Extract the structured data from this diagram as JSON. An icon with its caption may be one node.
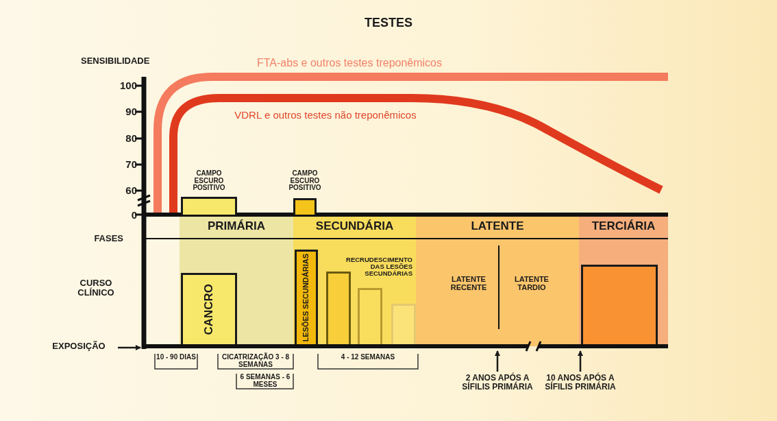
{
  "diagram": {
    "title": "TESTES",
    "nodes": [
      {
        "text": [
          "PRIMÁRIA"
        ]
      },
      {
        "text": [
          "SECUNDÁRIA"
        ]
      },
      {
        "text": [
          "LATENTE"
        ]
      },
      {
        "text": [
          "TERCIÁRIA"
        ]
      },
      {
        "text": [
          "CAMPO ESCURO POSITIVO"
        ]
      },
      {
        "text": [
          "CAMPO ESCURO POSITIVO"
        ]
      },
      {
        "text": [
          "CANCRO"
        ],
        "in": 0
      },
      {
        "text": [
          "LESÕES SECUNDÁRIAS"
        ],
        "in": 1
      },
      {
        "text": [
          "RECRUDESCIMENTO DAS LESÕES SECUNDÁRIAS"
        ],
        "in": 1
      },
      {
        "text": [],
        "shape": "bar",
        "in": 1
      },
      {
        "text": [],
        "shape": "bar",
        "in": 1
      },
      {
        "text": [],
        "shape": "box",
        "in": 3
      },
      {
        "text": [
          "EXPOSIÇÃO"
        ]
      },
      {
        "text": [
          "2 ANOS APÓS A SÍFILIS PRIMÁRIA"
        ]
      },
      {
        "text": [
          "10 ANOS APÓS A SÍFILIS PRIMÁRIA"
        ]
      }
    ],
    "edges": [
      {
        "from": 12,
        "to": null,
        "arrow": "to"
      },
      {
        "from": 13,
        "to": null,
        "arrow": "to"
      },
      {
        "from": 14,
        "to": null,
        "arrow": "to"
      }
    ],
    "labels": [
      "SENSIBILIDADE",
      "100",
      "90",
      "80",
      "70",
      "60",
      "0",
      "FTA-abs e outros testes treponêmicos",
      "VDRL e outros testes não treponêmicos",
      "FASES",
      "CURSO CLÍNICO",
      "LATENTE RECENTE",
      "LATENTE TARDIO",
      "10 - 90 DIAS",
      "CICATRIZAÇÃO 3 - 8 SEMANAS",
      "6 SEMANAS - 6 MESES",
      "4 - 12 SEMANAS"
    ]
  }
}
